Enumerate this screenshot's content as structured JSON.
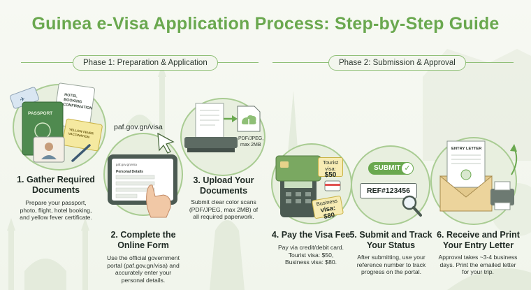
{
  "title": "Guinea e-Visa Application Process: Step-by-Step Guide",
  "phases": [
    {
      "label": "Phase 1: Preparation & Application"
    },
    {
      "label": "Phase 2: Submission & Approval"
    }
  ],
  "steps": [
    {
      "title": "1. Gather Required Documents",
      "title_lines": [
        "1. Gather Required",
        "Documents"
      ],
      "desc": "Prepare your passport, photo, flight, hotel booking, and yellow fever certificate.",
      "desc_lines": [
        "Prepare your passport,",
        "photo, flight, hotel booking,",
        "and yellow fever certificate."
      ]
    },
    {
      "title": "2. Complete the Online Form",
      "title_lines": [
        "2. Complete the",
        "Online Form"
      ],
      "desc": "Use the official government portal (paf.gov.gn/visa) and accurately enter your personal details.",
      "desc_lines": [
        "Use the official government",
        "portal (paf.gov.gn/visa) and",
        "accurately enter your",
        "personal details."
      ]
    },
    {
      "title": "3. Upload Your Documents",
      "title_lines": [
        "3. Upload Your",
        "Documents"
      ],
      "desc": "Submit clear color scans (PDF/JPEG, max 2MB) of all required paperwork.",
      "desc_lines": [
        "Submit clear color scans",
        "(PDF/JPEG, max 2MB) of",
        "all required paperwork."
      ]
    },
    {
      "title": "4. Pay the Visa Fee",
      "title_lines": [
        "4. Pay the Visa Fee"
      ],
      "desc": "Pay via credit/debit card. Tourist visa: $50, Business visa: $80.",
      "desc_lines": [
        "Pay via credit/debit card.",
        "Tourist visa: $50,",
        "Business visa: $80."
      ]
    },
    {
      "title": "5. Submit and Track Your Status",
      "title_lines": [
        "5. Submit and Track",
        "Your Status"
      ],
      "desc": "After submitting, use your reference number to track progress on the portal.",
      "desc_lines": [
        "After submitting, use your",
        "reference number to track",
        "progress on the portal."
      ]
    },
    {
      "title": "6. Receive and Print Your Entry Letter",
      "title_lines": [
        "6. Receive and Print",
        "Your Entry Letter"
      ],
      "desc": "Approval takes ~3-4 business days. Print the emailed letter for your trip.",
      "desc_lines": [
        "Approval takes ~3-4 business",
        "days. Print the emailed letter",
        "for your trip."
      ]
    }
  ],
  "illustrations": {
    "passport": "PASSPORT",
    "hotel": [
      "HOTEL",
      "BOOKING",
      "CONFIRMATION"
    ],
    "fever": [
      "YELLOW FEVER",
      "VACCINATION"
    ],
    "url": "paf.gov.gn/visa",
    "tablet_url": "paf.gov.gn/visa",
    "tablet_heading": "Personal Details",
    "file_format": [
      "PDF/JPEG,",
      "max 2MB"
    ],
    "tourist_tag": [
      "Tourist visa:",
      "$50"
    ],
    "business_tag": [
      "Business",
      "visa: $80"
    ],
    "submit_label": "SUBMIT",
    "ref_number": "REF#123456",
    "entry_letter": "ENTRY LETTER"
  },
  "colors": {
    "accent": "#6aa84f",
    "circle": "#e8efdf",
    "ring": "#a9cc93",
    "ink": "#1f2a24"
  }
}
